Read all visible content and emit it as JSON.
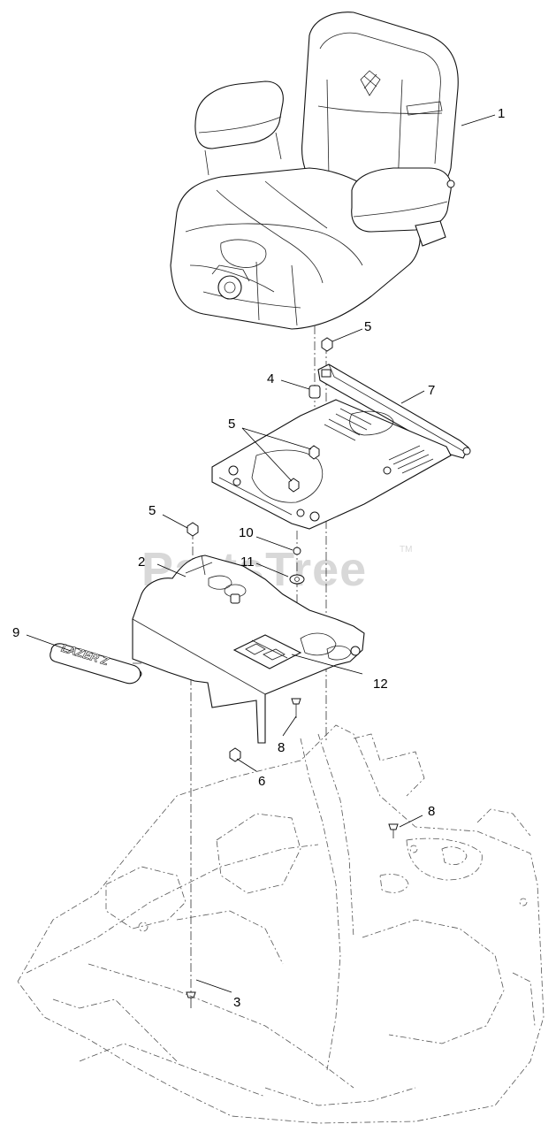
{
  "watermark": {
    "text": "PartsTree",
    "tm": "TM"
  },
  "badge": {
    "text": "LAZER Z"
  },
  "callouts": {
    "seat": "1",
    "cover": "2",
    "bolt_lower": "3",
    "spacer": "4",
    "nut_top": "5",
    "nut_mid": "5",
    "nut_left": "5",
    "nut_frame": "6",
    "slide_rail": "7",
    "screw_cover": "8",
    "screw_frame": "8",
    "decal": "9",
    "washer_small": "10",
    "washer_large": "11",
    "plate_decal": "12"
  }
}
